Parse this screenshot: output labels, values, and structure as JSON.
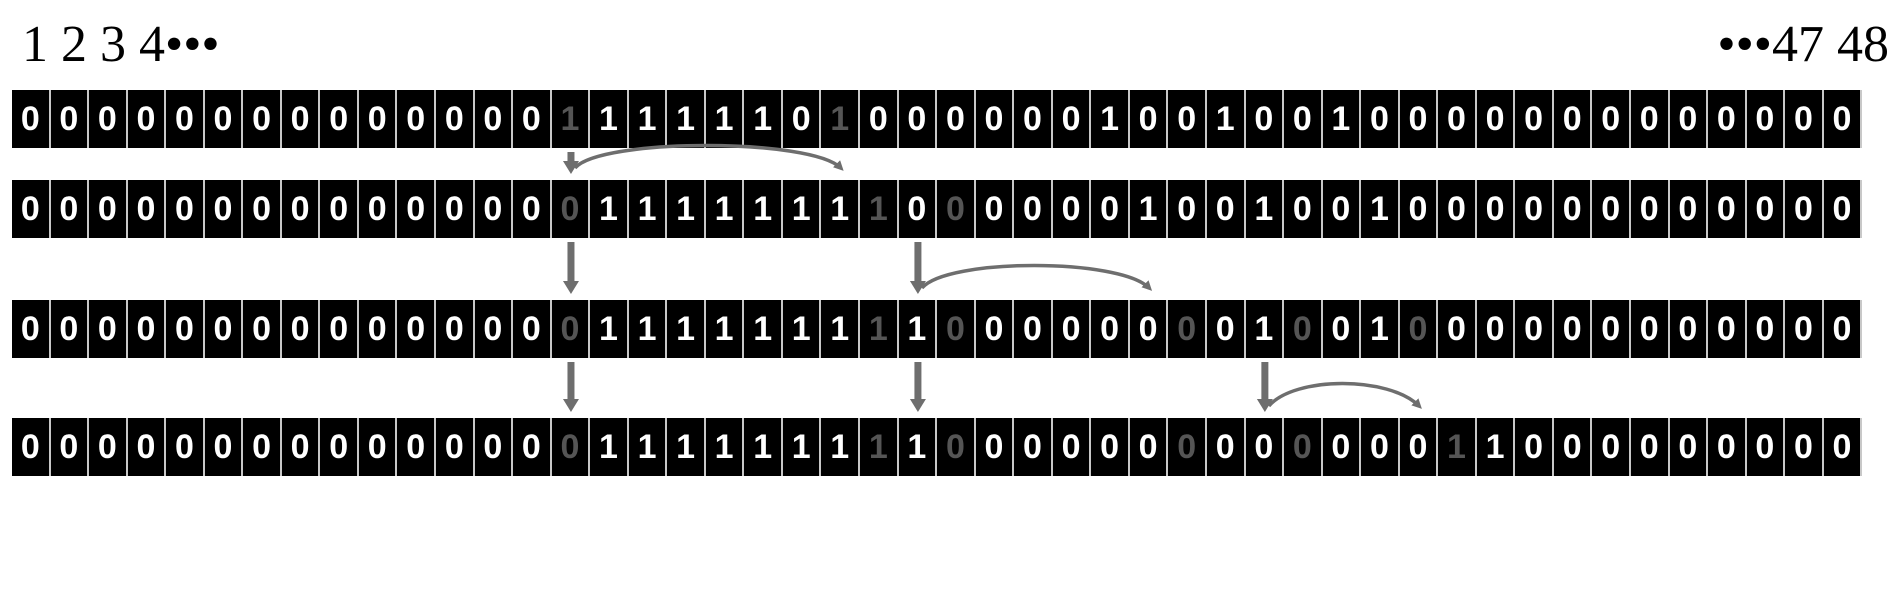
{
  "index_labels": {
    "left": "1 2 3 4•••",
    "right": "•••47 48"
  },
  "colors": {
    "cell_bg": "#000000",
    "bit_text": "#ffffff",
    "changed_bit_text": "#555555",
    "arrow": "#6e6e6e"
  },
  "rows": [
    {
      "bits": "000000000000001111110100000010010010000000000000",
      "changed": [
        14,
        21
      ]
    },
    {
      "bits": "000000000000000111111110000001001001000000000000",
      "changed": [
        14,
        22,
        24
      ]
    },
    {
      "bits": "000000000000000111111111000000001001000000000000",
      "changed": [
        14,
        22,
        24,
        30,
        33,
        36
      ]
    },
    {
      "bits": "000000000000000111111111000000000000011000000000",
      "changed": [
        14,
        22,
        24,
        30,
        33,
        37
      ]
    }
  ],
  "transitions": [
    {
      "from_row": 1,
      "to_row": 2,
      "cursor": 15,
      "jump_to": 22
    },
    {
      "from_row": 2,
      "to_row": 3,
      "cursor": 15
    },
    {
      "from_row": 2,
      "to_row": 3,
      "cursor": 24,
      "jump_to": 30
    },
    {
      "from_row": 3,
      "to_row": 4,
      "cursor": 15
    },
    {
      "from_row": 3,
      "to_row": 4,
      "cursor": 24
    },
    {
      "from_row": 3,
      "to_row": 4,
      "cursor": 33,
      "jump_to": 37
    }
  ]
}
